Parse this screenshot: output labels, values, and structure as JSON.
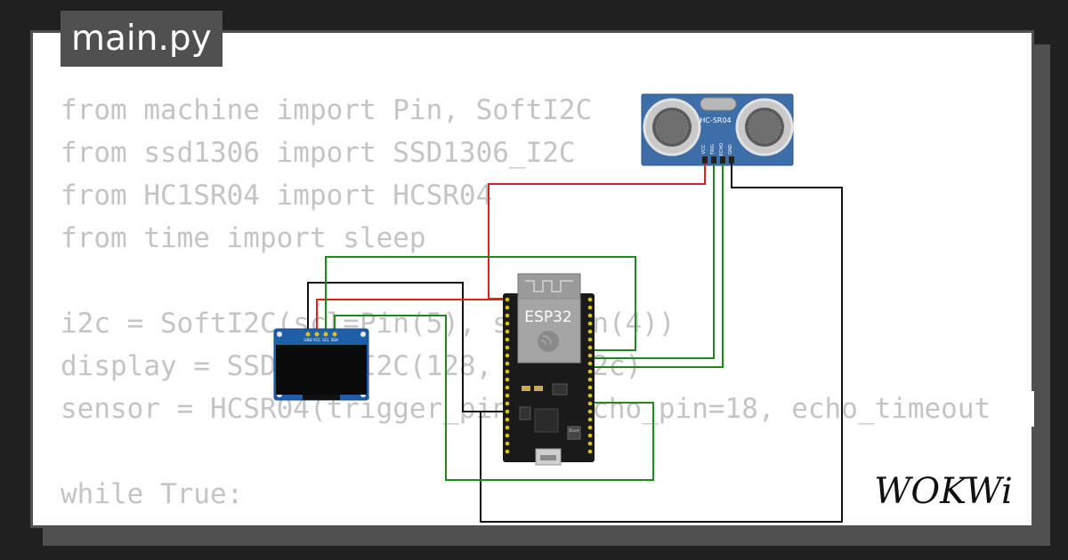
{
  "file_tab": {
    "title": "main.py"
  },
  "code": {
    "lines": [
      "from machine import Pin, SoftI2C",
      "from ssd1306 import SSD1306_I2C",
      "from HC1SR04 import HCSR04",
      "from time import sleep",
      "",
      "i2c = SoftI2C(scl=Pin(5), sda=Pin(4))",
      "display = SSD1306_I2C(128, 64, i2c)",
      "sensor = HCSR04(trigger_pin=5, echo_pin=18, echo_timeout",
      "",
      "while True:"
    ]
  },
  "components": {
    "ultrasonic": {
      "label": "HC-SR04",
      "pins": [
        "VCC",
        "TRIG",
        "ECHO",
        "GND"
      ]
    },
    "mcu": {
      "label": "ESP32",
      "button_label": "Boot"
    },
    "oled": {
      "pins": [
        "GND",
        "VCC",
        "SCL",
        "SDA"
      ]
    }
  },
  "brand": {
    "logo_text": "WOKWi"
  },
  "colors": {
    "background": "#202020",
    "frame": "#505050",
    "card": "#ffffff",
    "code_text": "#c4c4c4",
    "wire_red": "#e41e1e",
    "wire_green": "#1e8a1e",
    "wire_black": "#111111",
    "sensor_board": "#3d6ea8",
    "oled_board": "#1f5fa8",
    "mcu_board": "#1a1a1a",
    "antenna_module": "#9a9a9a"
  }
}
